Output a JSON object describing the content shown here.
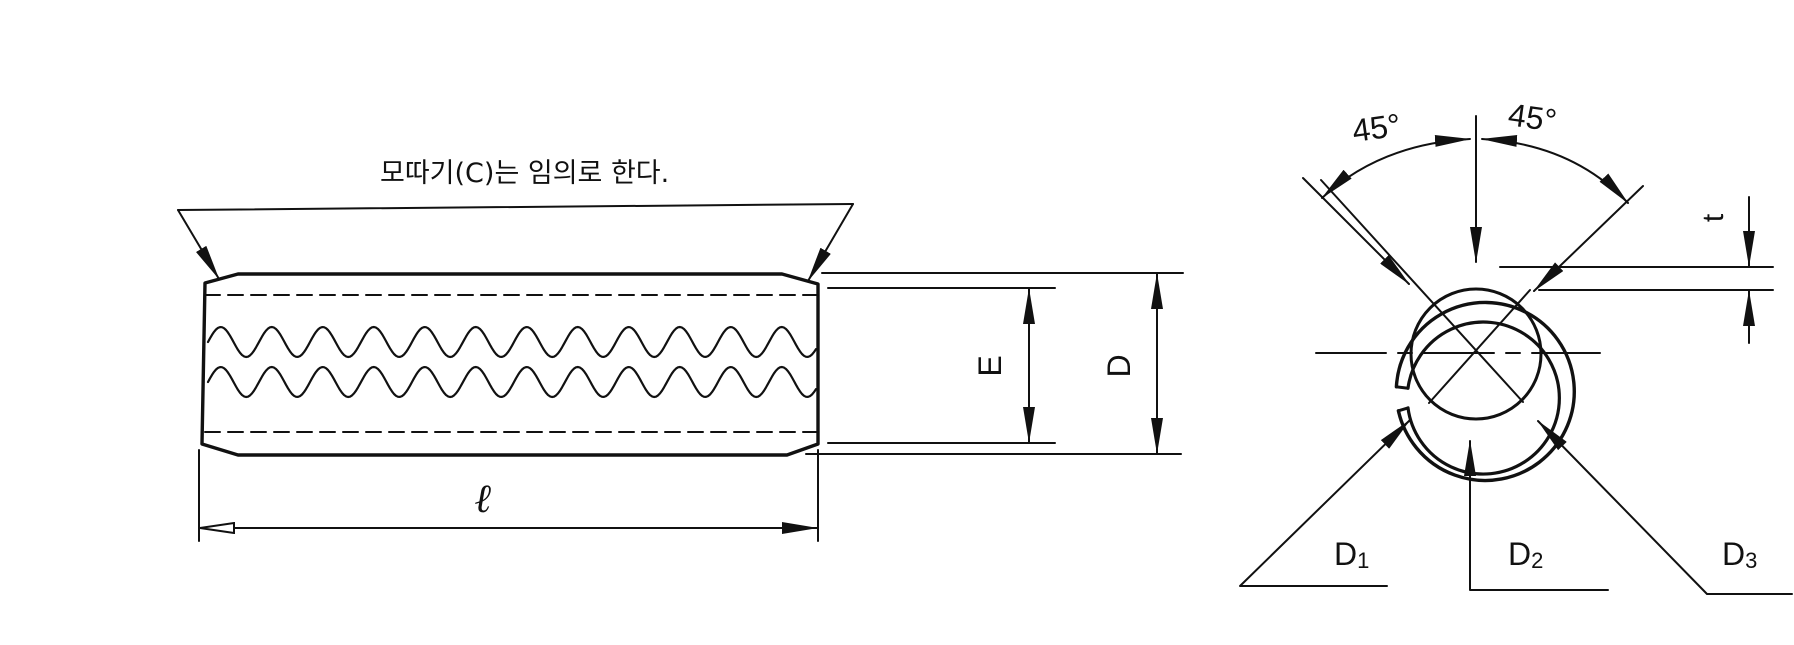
{
  "note": "모따기(C)는 임의로 한다.",
  "side_view": {
    "length_symbol": "ℓ",
    "inner_symbol": "E",
    "outer_symbol": "D"
  },
  "end_view": {
    "angle_left": "45°",
    "angle_right": "45°",
    "thickness_symbol": "t",
    "d1": {
      "base": "D",
      "sub": "1"
    },
    "d2": {
      "base": "D",
      "sub": "2"
    },
    "d3": {
      "base": "D",
      "sub": "3"
    }
  },
  "colors": {
    "line": "#111111",
    "background": "#ffffff"
  }
}
